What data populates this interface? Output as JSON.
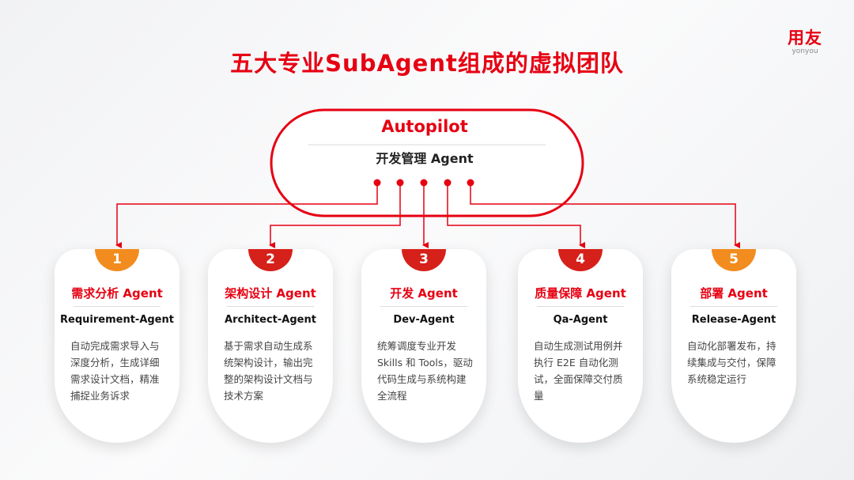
{
  "logo": {
    "text": "用友",
    "sub": "yonyou"
  },
  "title": "五大专业SubAgent组成的虚拟团队",
  "central": {
    "title": "Autopilot",
    "subtitle": "开发管理 Agent"
  },
  "colors": {
    "accent": "#e60012",
    "badge_orange": "#f28c1e",
    "badge_red": "#d6201a"
  },
  "agents": [
    {
      "number": "1",
      "title": "需求分析 Agent",
      "subtitle": "Requirement-Agent",
      "description": "自动完成需求导入与深度分析，生成详细需求设计文档，精准捕捉业务诉求"
    },
    {
      "number": "2",
      "title": "架构设计 Agent",
      "subtitle": "Architect-Agent",
      "description": "基于需求自动生成系统架构设计，输出完整的架构设计文档与技术方案"
    },
    {
      "number": "3",
      "title": "开发 Agent",
      "subtitle": "Dev-Agent",
      "description": "统筹调度专业开发 Skills 和 Tools，驱动代码生成与系统构建全流程"
    },
    {
      "number": "4",
      "title": "质量保障 Agent",
      "subtitle": "Qa-Agent",
      "description": "自动生成测试用例并执行 E2E 自动化测试，全面保障交付质量"
    },
    {
      "number": "5",
      "title": "部署 Agent",
      "subtitle": "Release-Agent",
      "description": "自动化部署发布，持续集成与交付，保障系统稳定运行"
    }
  ]
}
